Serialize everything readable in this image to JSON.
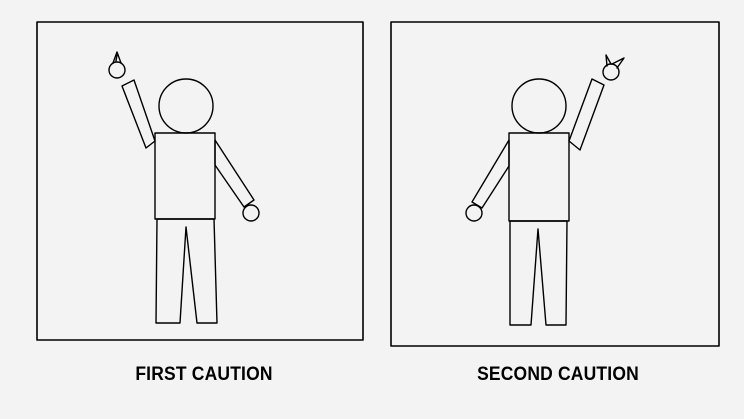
{
  "background_color": "#f3f3f3",
  "stroke_color": "#000000",
  "panels": [
    {
      "caption": "FIRST CAUTION",
      "raised_arm": "right-side-of-figure-left-on-page",
      "hand_icon": "pointing-finger-icon"
    },
    {
      "caption": "SECOND CAUTION",
      "raised_arm": "mirrored",
      "hand_icon": "two-finger-v-icon"
    }
  ]
}
